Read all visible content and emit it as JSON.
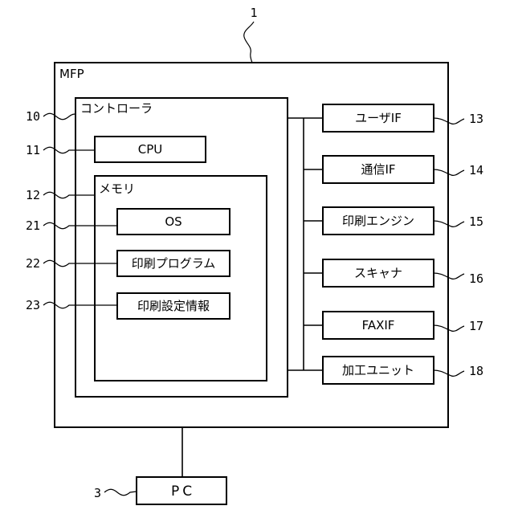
{
  "labels": {
    "mfp": "MFP",
    "controller": "コントローラ",
    "cpu": "CPU",
    "memory": "メモリ",
    "os": "OS",
    "print_program": "印刷プログラム",
    "print_settings": "印刷設定情報",
    "user_if": "ユーザIF",
    "comm_if": "通信IF",
    "print_engine": "印刷エンジン",
    "scanner": "スキャナ",
    "fax_if": "FAXIF",
    "processing_unit": "加工ユニット",
    "pc": "PC"
  },
  "refs": {
    "mfp": "1",
    "pc": "3",
    "controller": "10",
    "cpu": "11",
    "memory": "12",
    "user_if": "13",
    "comm_if": "14",
    "print_engine": "15",
    "scanner": "16",
    "fax_if": "17",
    "processing_unit": "18",
    "os": "21",
    "print_program": "22",
    "print_settings": "23"
  }
}
